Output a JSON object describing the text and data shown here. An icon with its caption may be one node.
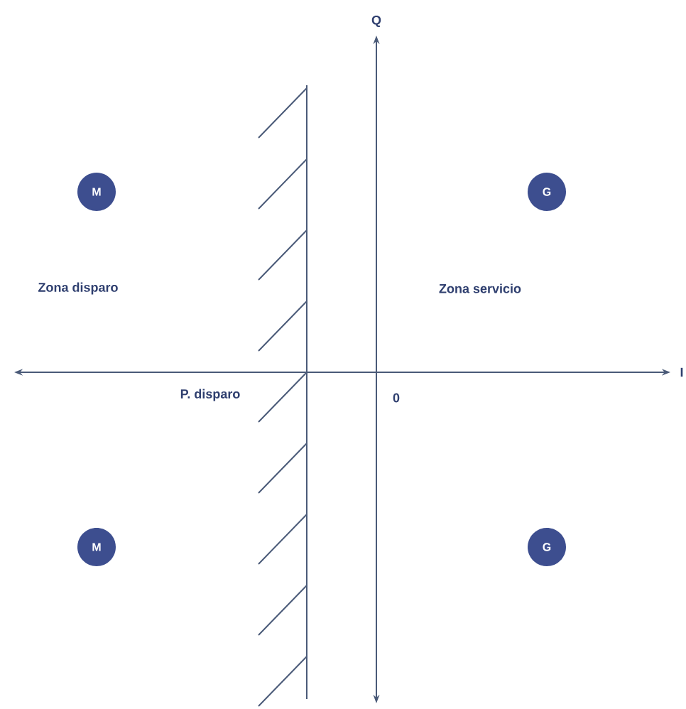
{
  "diagram": {
    "nodes": [
      {
        "text": [
          "M"
        ]
      },
      {
        "text": [
          "G"
        ]
      },
      {
        "text": [
          "M"
        ]
      },
      {
        "text": [
          "G"
        ]
      }
    ],
    "labels": [
      "Q",
      "Zona disparo",
      "Zona servicio",
      "P. disparo",
      "0",
      "I"
    ]
  }
}
